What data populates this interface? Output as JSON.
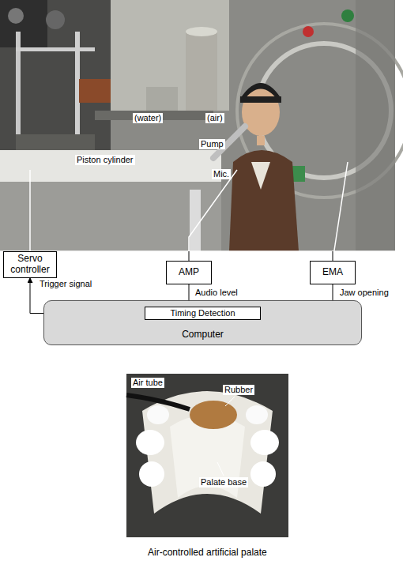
{
  "diagram": {
    "caption": "Air-controlled artificial palate",
    "nodes": [
      {
        "text": [
          "Servo controller"
        ]
      },
      {
        "text": [
          "AMP"
        ]
      },
      {
        "text": [
          "EMA"
        ]
      },
      {
        "text": [
          "Computer"
        ]
      },
      {
        "text": [
          "Timing Detection"
        ],
        "in": 3
      }
    ],
    "edges": [
      {
        "from": 4,
        "to": 0,
        "arrow": "to",
        "label": "Trigger signal"
      },
      {
        "from": 1,
        "to": 4,
        "arrow": "to",
        "label": "Audio level"
      },
      {
        "from": 2,
        "to": 4,
        "arrow": "to",
        "label": "Jaw opening"
      }
    ],
    "labels": [
      "(water)",
      "(air)",
      "Pump",
      "Piston cylinder",
      "Mic.",
      "Air tube",
      "Rubber",
      "Palate base"
    ]
  }
}
